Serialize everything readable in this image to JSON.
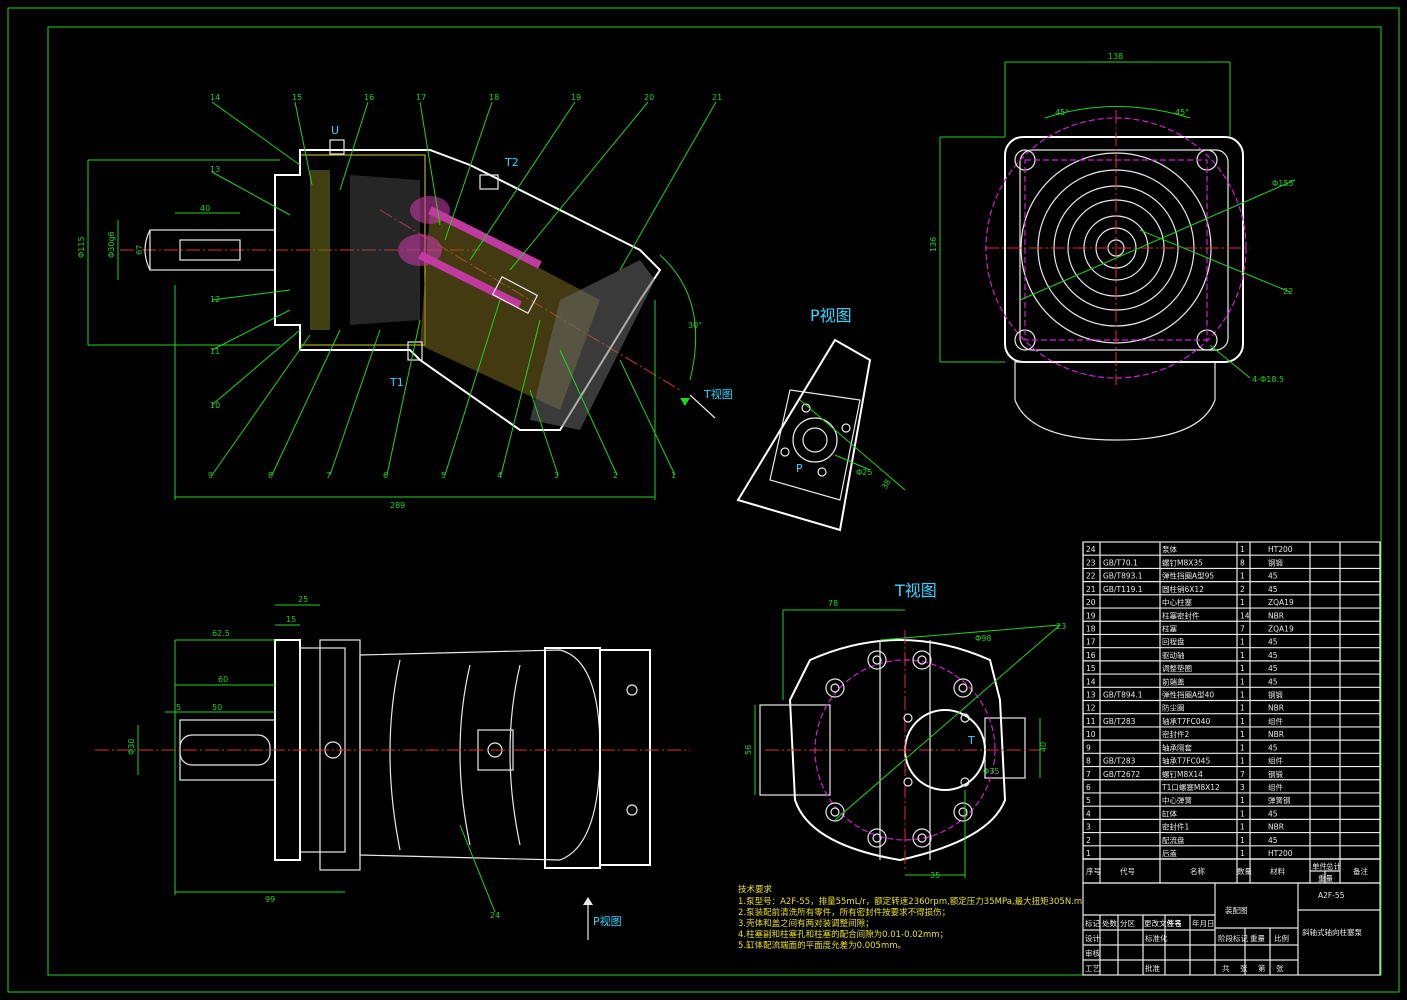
{
  "views": {
    "p_view_title": "P视图",
    "t_view_title": "T视图",
    "t_view_arrow": "T视图",
    "p_view_arrow": "P视图"
  },
  "ports": {
    "u": "U",
    "t1": "T1",
    "t2": "T2",
    "p": "P",
    "t": "T"
  },
  "dims": {
    "main_len": "289",
    "main_h": "Φ115",
    "shaft_d": "Φ30g6",
    "shaft_len": "40",
    "key": "67",
    "angle": "30°",
    "top_w": "138",
    "top_h": "136",
    "top_pcd": "Φ155",
    "top_holes": "4-Φ18.5",
    "top_a1": "45°",
    "top_a2": "45°",
    "p_d": "Φ25",
    "p_len": "38",
    "bv_a": "62.5",
    "bv_b": "60",
    "bv_c": "50",
    "bv_d": "5",
    "bv_e": "99",
    "bv_f": "25",
    "bv_g": "15",
    "bv_h": "Φ30",
    "tv_w": "78",
    "tv_pcd": "Φ98",
    "tv_h": "56",
    "tv_t": "Φ35",
    "tv_r": "40",
    "tv_b": "35"
  },
  "balloons": {
    "top": [
      "14",
      "15",
      "16",
      "17",
      "18",
      "19",
      "20",
      "21"
    ],
    "left": [
      "13",
      "12",
      "11",
      "10"
    ],
    "bottom": [
      "9",
      "8",
      "7",
      "6",
      "5",
      "4",
      "3",
      "2",
      "1"
    ],
    "right_top": "22",
    "t_view": "23",
    "bottom_view": "24"
  },
  "tech_req": {
    "heading": "技术要求",
    "lines": [
      "1.泵型号：A2F-55，排量55mL/r，额定转速2360rpm,额定压力35MPa,最大扭矩305N.m",
      "2.泵装配前清洗所有零件，所有密封件按要求不得损伤；",
      "3.壳体和盖之间有两对装调整间隙；",
      "4.柱塞副和柱塞孔和柱塞的配合间隙为0.01-0.02mm；",
      "5.缸体配流端面的平面度允差为0.005mm。"
    ]
  },
  "bom": {
    "rows": [
      {
        "no": "24",
        "code": "",
        "name": "泵体",
        "qty": "1",
        "mat": "HT200",
        "note": ""
      },
      {
        "no": "23",
        "code": "GB/T70.1",
        "name": "螺钉M8X35",
        "qty": "8",
        "mat": "钢锻",
        "note": ""
      },
      {
        "no": "22",
        "code": "GB/T893.1",
        "name": "弹性挡圈A型95",
        "qty": "1",
        "mat": "45",
        "note": ""
      },
      {
        "no": "21",
        "code": "GB/T119.1",
        "name": "圆柱销6X12",
        "qty": "2",
        "mat": "45",
        "note": ""
      },
      {
        "no": "20",
        "code": "",
        "name": "中心柱塞",
        "qty": "1",
        "mat": "ZQA19",
        "note": ""
      },
      {
        "no": "19",
        "code": "",
        "name": "柱塞密封件",
        "qty": "14",
        "mat": "NBR",
        "note": ""
      },
      {
        "no": "18",
        "code": "",
        "name": "柱塞",
        "qty": "7",
        "mat": "ZQA19",
        "note": ""
      },
      {
        "no": "17",
        "code": "",
        "name": "回程盘",
        "qty": "1",
        "mat": "45",
        "note": ""
      },
      {
        "no": "16",
        "code": "",
        "name": "驱动轴",
        "qty": "1",
        "mat": "45",
        "note": ""
      },
      {
        "no": "15",
        "code": "",
        "name": "调整垫圈",
        "qty": "1",
        "mat": "45",
        "note": ""
      },
      {
        "no": "14",
        "code": "",
        "name": "前端盖",
        "qty": "1",
        "mat": "45",
        "note": ""
      },
      {
        "no": "13",
        "code": "GB/T894.1",
        "name": "弹性挡圈A型40",
        "qty": "1",
        "mat": "钢锻",
        "note": ""
      },
      {
        "no": "12",
        "code": "",
        "name": "防尘圈",
        "qty": "1",
        "mat": "NBR",
        "note": ""
      },
      {
        "no": "11",
        "code": "GB/T283",
        "name": "轴承T7FC040",
        "qty": "1",
        "mat": "组件",
        "note": ""
      },
      {
        "no": "10",
        "code": "",
        "name": "密封件2",
        "qty": "1",
        "mat": "NBR",
        "note": ""
      },
      {
        "no": "9",
        "code": "",
        "name": "轴承隔套",
        "qty": "1",
        "mat": "45",
        "note": ""
      },
      {
        "no": "8",
        "code": "GB/T283",
        "name": "轴承T7FC045",
        "qty": "1",
        "mat": "组件",
        "note": ""
      },
      {
        "no": "7",
        "code": "GB/T2672",
        "name": "螺钉M8X14",
        "qty": "7",
        "mat": "钢锻",
        "note": ""
      },
      {
        "no": "6",
        "code": "",
        "name": "T1口螺塞M8X12",
        "qty": "3",
        "mat": "组件",
        "note": ""
      },
      {
        "no": "5",
        "code": "",
        "name": "中心弹簧",
        "qty": "1",
        "mat": "弹簧钢",
        "note": ""
      },
      {
        "no": "4",
        "code": "",
        "name": "缸体",
        "qty": "1",
        "mat": "45",
        "note": ""
      },
      {
        "no": "3",
        "code": "",
        "name": "密封件1",
        "qty": "1",
        "mat": "NBR",
        "note": ""
      },
      {
        "no": "2",
        "code": "",
        "name": "配流盘",
        "qty": "1",
        "mat": "45",
        "note": ""
      },
      {
        "no": "1",
        "code": "",
        "name": "后盖",
        "qty": "1",
        "mat": "HT200",
        "note": ""
      }
    ],
    "header": {
      "no": "序号",
      "code": "代号",
      "name": "名称",
      "qty": "数量",
      "mat": "材料",
      "w1": "单件",
      "w2": "总计",
      "weight": "重量",
      "note": "备注"
    }
  },
  "title_block": {
    "drawing": "装配图",
    "model": "A2F-55",
    "name": "斜轴式轴向柱塞泵",
    "r1": [
      "标记",
      "处数",
      "分区",
      "更改文件号",
      "签名",
      "年月日"
    ],
    "r2": [
      "设计",
      "",
      "",
      "标准化",
      "",
      ""
    ],
    "r3": [
      "审核",
      "",
      "",
      "",
      "",
      ""
    ],
    "r4": [
      "工艺",
      "",
      "",
      "批准",
      "",
      ""
    ],
    "stage": [
      "阶段标记",
      "重量",
      "比例"
    ],
    "sheet": [
      "共",
      "张",
      "第",
      "张"
    ]
  }
}
